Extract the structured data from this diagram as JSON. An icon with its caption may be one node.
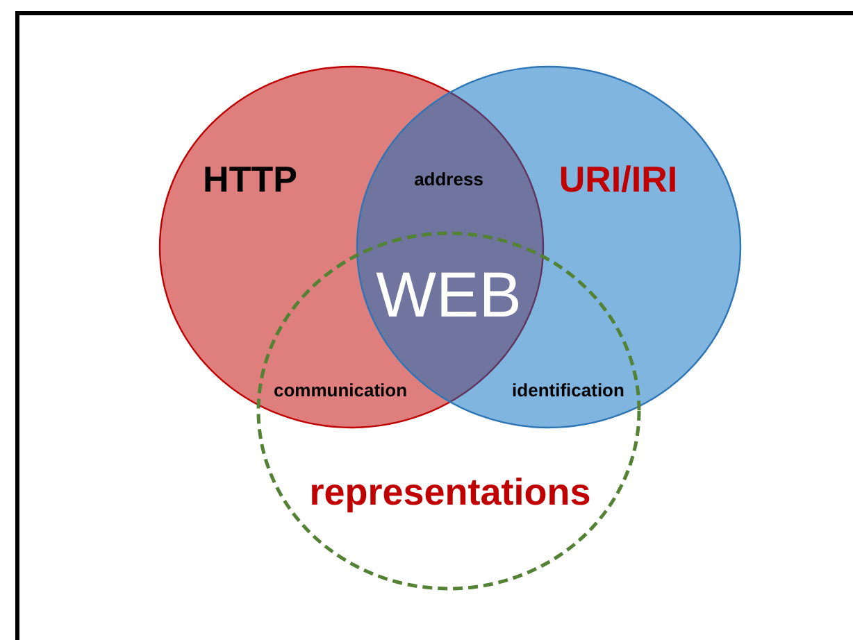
{
  "diagram": {
    "nodes": [
      {
        "text": [
          "HTTP"
        ]
      },
      {
        "text": [
          "URI/IRI"
        ]
      },
      {
        "text": [
          "representations"
        ]
      }
    ],
    "labels": [
      "address",
      "WEB",
      "communication",
      "identification"
    ]
  }
}
